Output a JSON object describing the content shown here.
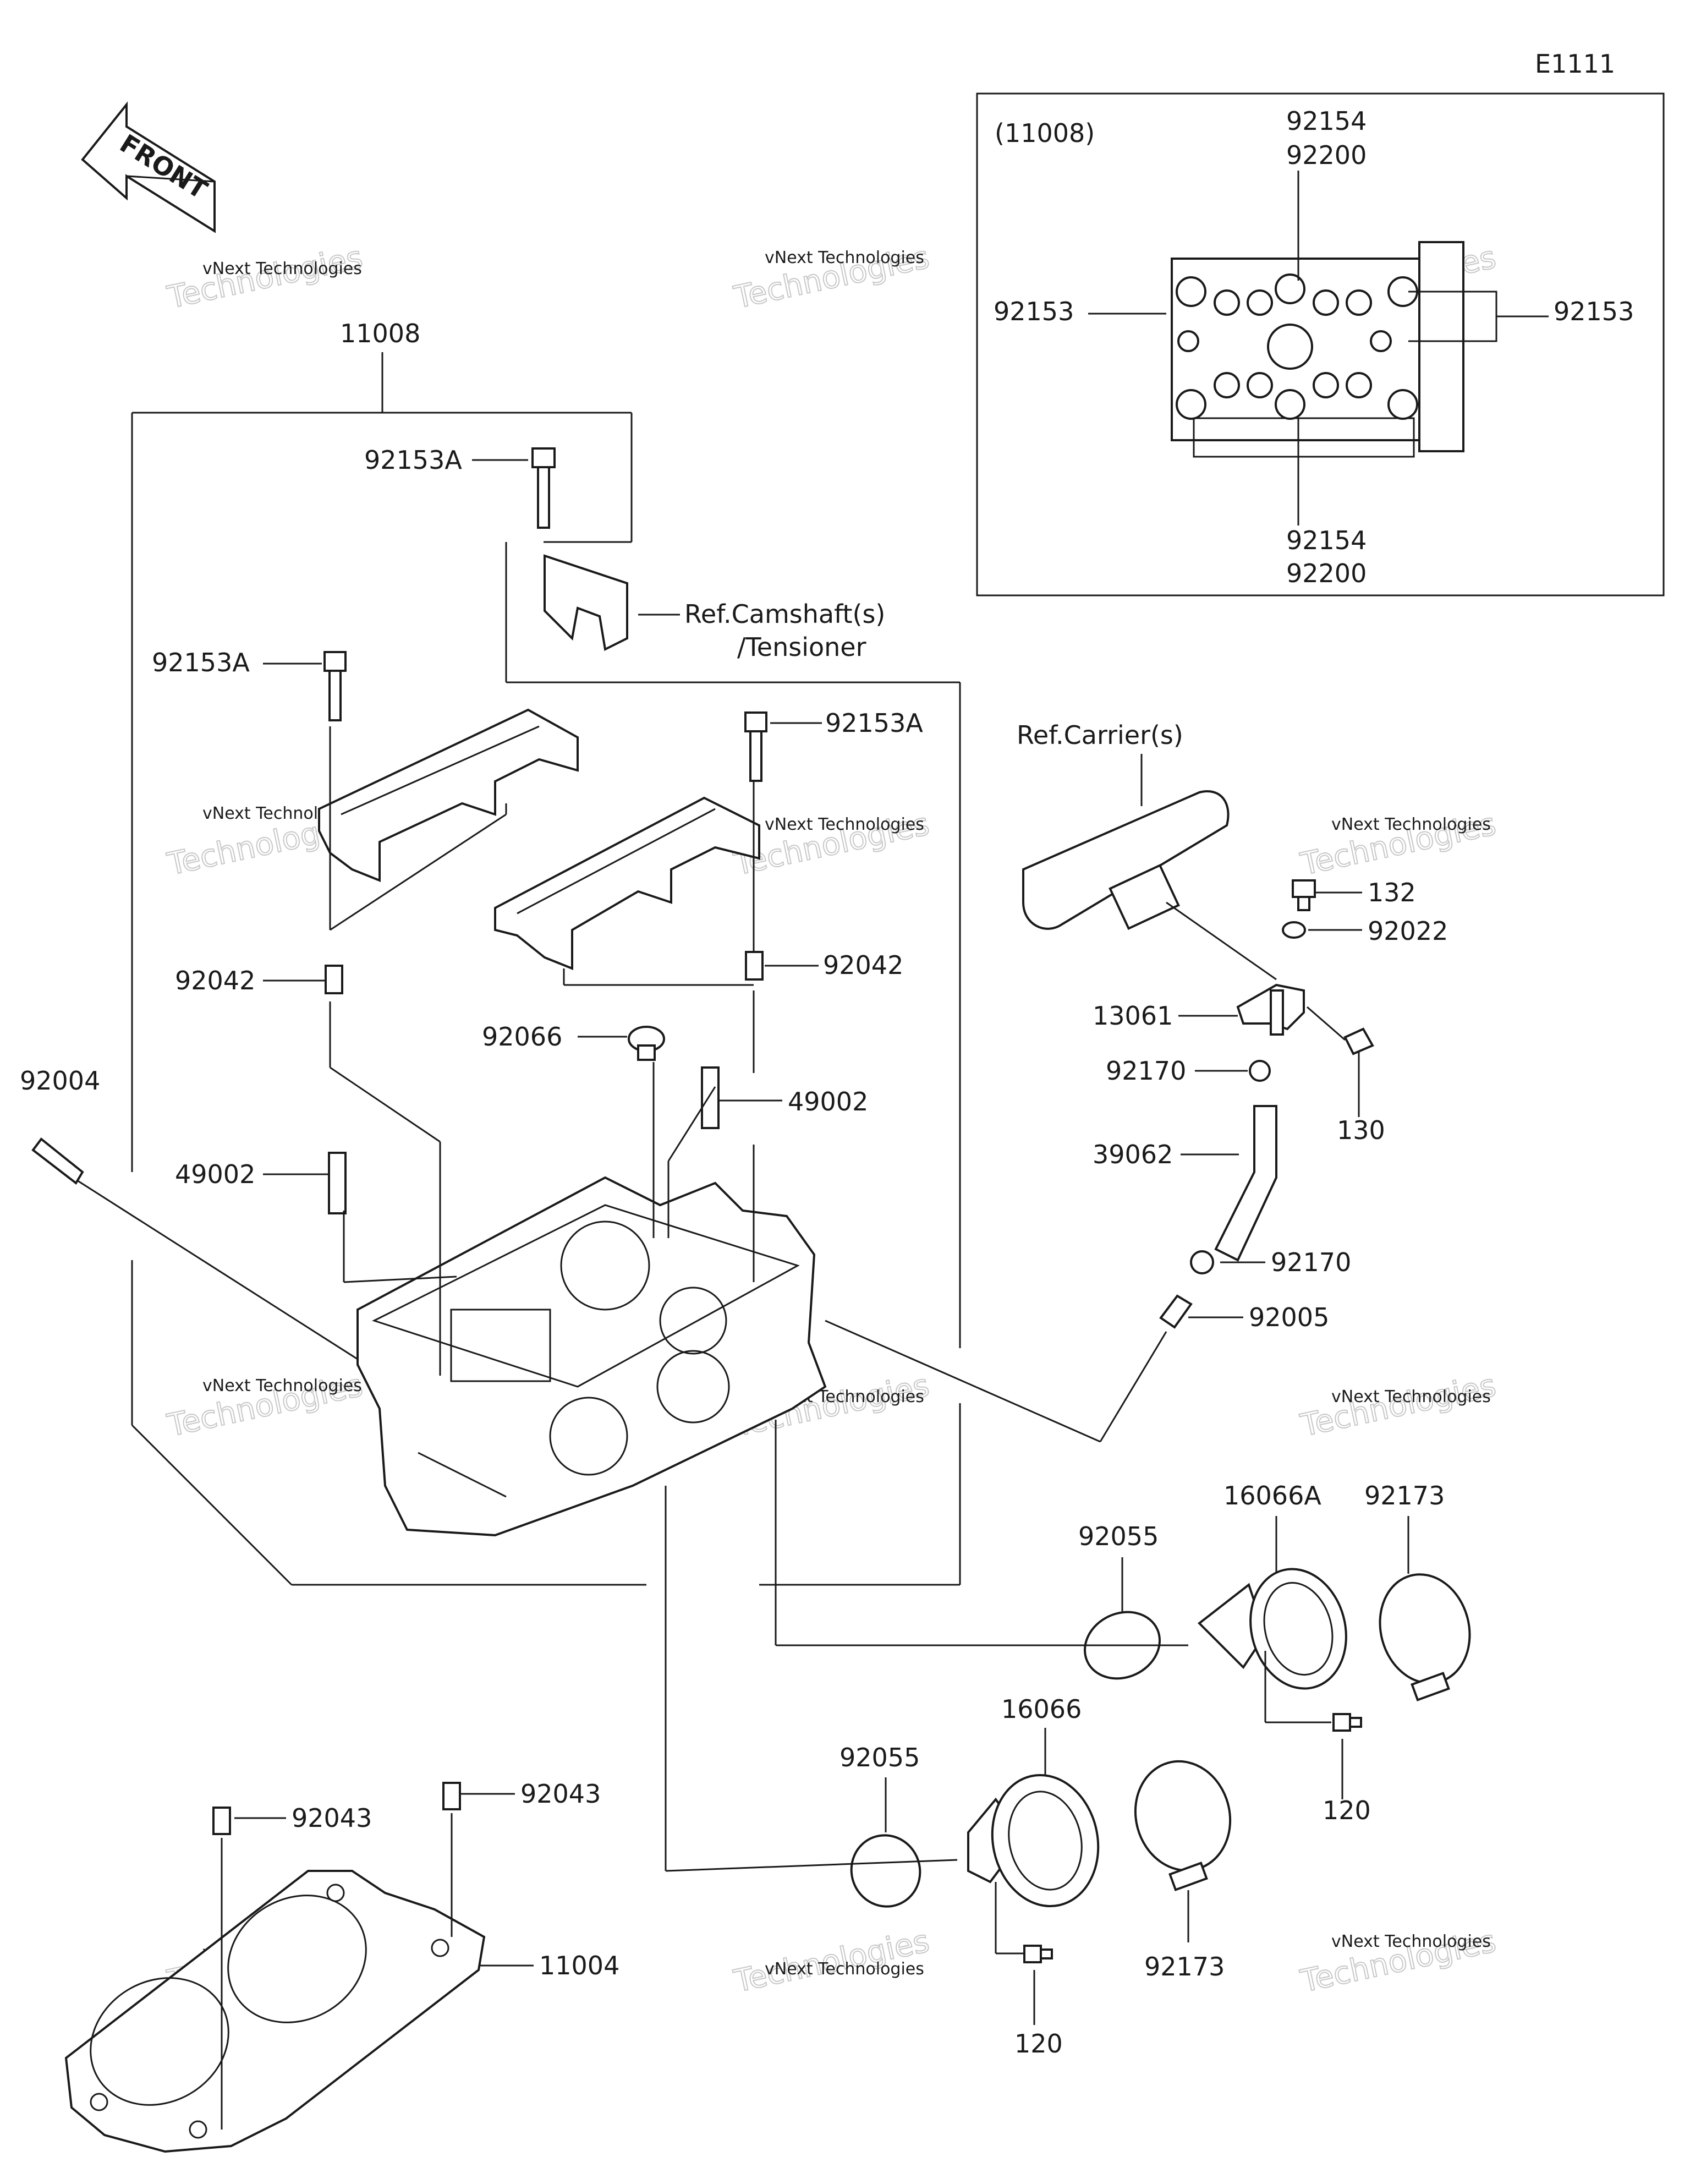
{
  "diagram_id": "E1111",
  "front_label": "FRONT",
  "inset": {
    "ref": "(11008)",
    "top_labels": [
      "92154",
      "92200"
    ],
    "bottom_labels": [
      "92154",
      "92200"
    ],
    "left_label": "92153",
    "right_label": "92153"
  },
  "callouts": {
    "head_assembly": "11008",
    "bolt_top": "92153A",
    "bolt_left": "92153A",
    "bolt_right": "92153A",
    "camshaft_ref_1": "Ref.Camshaft(s)",
    "camshaft_ref_2": "/Tensioner",
    "carrier_ref": "Ref.Carrier(s)",
    "dowel_left": "92042",
    "dowel_right": "92042",
    "plug": "92066",
    "guide_right": "49002",
    "guide_left": "49002",
    "stud": "92004",
    "bolt_132": "132",
    "washer": "92022",
    "bracket": "13061",
    "bolt_130": "130",
    "clamp_upper": "92170",
    "hose": "39062",
    "clamp_lower": "92170",
    "fitting": "92005",
    "oring_upper": "92055",
    "holder_upper": "16066A",
    "band_upper": "92173",
    "screw_upper": "120",
    "oring_lower": "92055",
    "holder_lower": "16066",
    "band_lower": "92173",
    "screw_lower": "120",
    "dowel_gasket_left": "92043",
    "dowel_gasket_right": "92043",
    "gasket": "11004"
  },
  "watermark": {
    "line1": "vNext Technologies",
    "line2": "Technologies"
  }
}
